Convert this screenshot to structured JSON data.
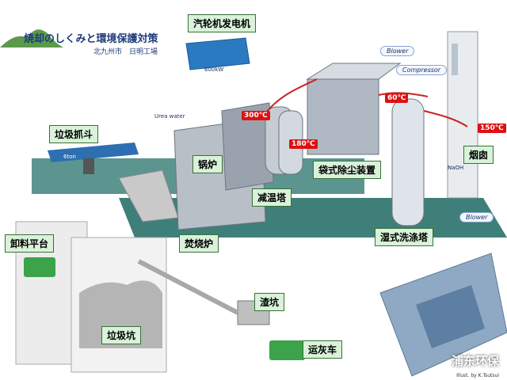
{
  "header": {
    "title": "焼却のしくみと環境保護対策",
    "subtitle": "北九州市　日明工場"
  },
  "labels": {
    "turbine": "汽轮机发电机",
    "crane": "垃圾抓斗",
    "boiler": "锅炉",
    "cooling_tower": "减温塔",
    "bag_filter": "袋式除尘装置",
    "chimney": "烟囱",
    "scrubber": "湿式洗涤塔",
    "unloading": "卸料平台",
    "incinerator": "焚烧炉",
    "ash_pit": "渣坑",
    "waste_pit": "垃圾坑",
    "ash_truck": "运灰车"
  },
  "temperatures": {
    "t1": "300℃",
    "t2": "180℃",
    "t3": "60℃",
    "t4": "150℃"
  },
  "equipment": {
    "blower1": "Blower",
    "blower2": "Blower",
    "compressor": "Compressor",
    "urea": "Urea water",
    "power": "600kW",
    "naoh": "NaOH",
    "crane_rail": "6ton"
  },
  "watermark": "浦东环保",
  "credit": "Illust. by K.Tsutsui",
  "colors": {
    "floor": "#3f7f7a",
    "frame": "#e8e8e8",
    "label_bg": "#d9f2d9",
    "red_tag": "#d11111",
    "pipe": "#cc2222"
  }
}
